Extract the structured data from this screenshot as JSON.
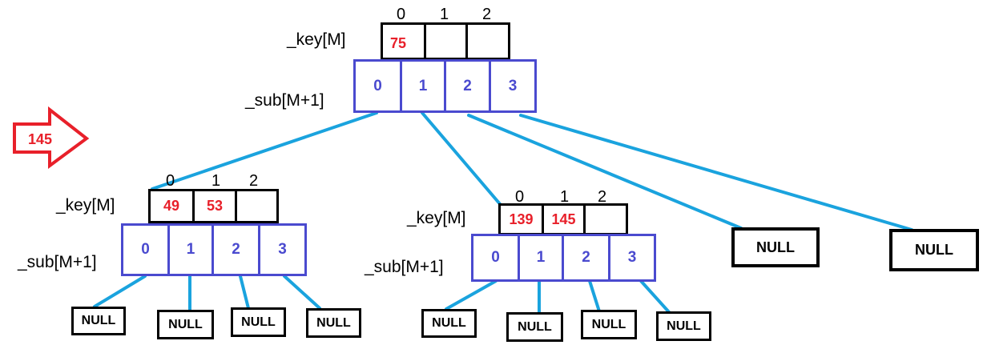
{
  "colors": {
    "key_text": "#e8202a",
    "sub_border": "#4a4acf",
    "edge": "#1aa3de",
    "arrow": "#e8202a"
  },
  "insert_arrow": {
    "value": "145"
  },
  "labels": {
    "key": "_key[M]",
    "sub": "_sub[M+1]",
    "null": "NULL"
  },
  "nodes": [
    {
      "id": "root",
      "key_indices": [
        "0",
        "1",
        "2"
      ],
      "keys": [
        "75",
        "",
        ""
      ],
      "sub_indices": [
        "0",
        "1",
        "2",
        "3"
      ]
    },
    {
      "id": "left",
      "key_indices": [
        "0",
        "1",
        "2"
      ],
      "keys": [
        "49",
        "53",
        ""
      ],
      "sub_indices": [
        "0",
        "1",
        "2",
        "3"
      ]
    },
    {
      "id": "mid",
      "key_indices": [
        "0",
        "1",
        "2"
      ],
      "keys": [
        "139",
        "145",
        ""
      ],
      "sub_indices": [
        "0",
        "1",
        "2",
        "3"
      ]
    }
  ]
}
